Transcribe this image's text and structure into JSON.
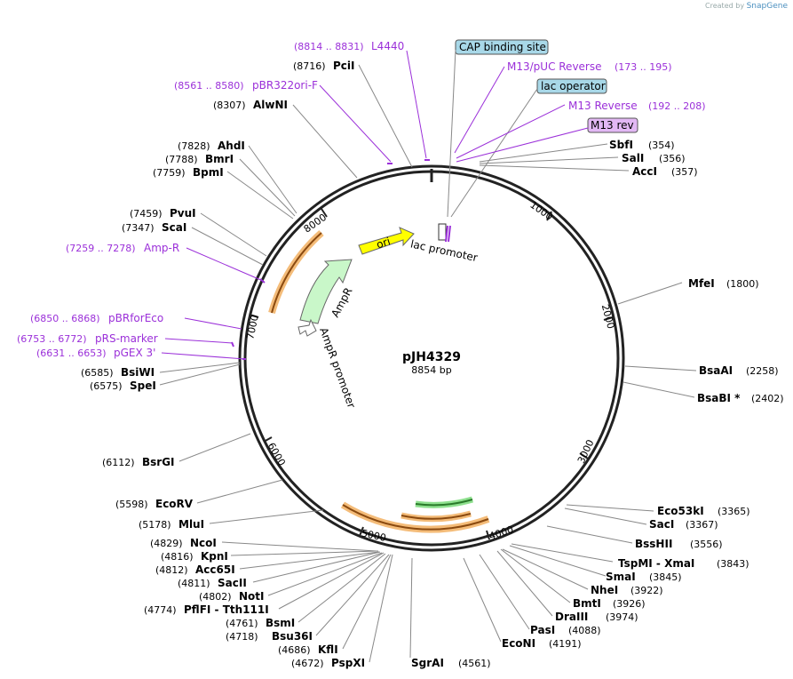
{
  "credit": {
    "prefix": "Created by",
    "brand": "SnapGene"
  },
  "plasmid": {
    "name": "pJH4329",
    "size_label": "8854 bp"
  },
  "ticks": [
    "1000",
    "2000",
    "3000",
    "4000",
    "5000",
    "6000",
    "7000",
    "8000"
  ],
  "features": {
    "ori": "ori",
    "ampr": "AmpR",
    "ampr_promoter": "AmpR promoter",
    "lac_promoter": "lac promoter"
  },
  "boxed_labels": {
    "cap": "CAP binding site",
    "lacop": "lac operator",
    "m13rev": "M13 rev"
  },
  "primers": [
    {
      "pos": "(8814 .. 8831)",
      "name": "L4440"
    },
    {
      "pos": "(8561 .. 8580)",
      "name": "pBR322ori-F"
    },
    {
      "pos": "(7259 .. 7278)",
      "name": "Amp-R"
    },
    {
      "pos": "(6850 .. 6868)",
      "name": "pBRforEco"
    },
    {
      "pos": "(6753 .. 6772)",
      "name": "pRS-marker"
    },
    {
      "pos": "(6631 .. 6653)",
      "name": "pGEX 3'"
    },
    {
      "name": "M13/pUC Reverse",
      "pos": "(173 .. 195)"
    },
    {
      "name": "M13 Reverse",
      "pos": "(192 .. 208)"
    }
  ],
  "enzymes_left": [
    {
      "pos": "(8716)",
      "name": "PciI"
    },
    {
      "pos": "(8307)",
      "name": "AlwNI"
    },
    {
      "pos": "(7828)",
      "name": "AhdI"
    },
    {
      "pos": "(7788)",
      "name": "BmrI"
    },
    {
      "pos": "(7759)",
      "name": "BpmI"
    },
    {
      "pos": "(7459)",
      "name": "PvuI"
    },
    {
      "pos": "(7347)",
      "name": "ScaI"
    },
    {
      "pos": "(6585)",
      "name": "BsiWI"
    },
    {
      "pos": "(6575)",
      "name": "SpeI"
    },
    {
      "pos": "(6112)",
      "name": "BsrGI"
    },
    {
      "pos": "(5598)",
      "name": "EcoRV"
    },
    {
      "pos": "(5178)",
      "name": "MluI"
    },
    {
      "pos": "(4829)",
      "name": "NcoI"
    },
    {
      "pos": "(4816)",
      "name": "KpnI"
    },
    {
      "pos": "(4812)",
      "name": "Acc65I"
    },
    {
      "pos": "(4811)",
      "name": "SacII"
    },
    {
      "pos": "(4802)",
      "name": "NotI"
    },
    {
      "pos": "(4774)",
      "name": "PflFI - Tth111I"
    },
    {
      "pos": "(4761)",
      "name": "BsmI"
    },
    {
      "pos": "(4718)",
      "name": "Bsu36I"
    },
    {
      "pos": "(4686)",
      "name": "KflI"
    },
    {
      "pos": "(4672)",
      "name": "PspXI"
    }
  ],
  "enzymes_right": [
    {
      "name": "SbfI",
      "pos": "(354)"
    },
    {
      "name": "SalI",
      "pos": "(356)"
    },
    {
      "name": "AccI",
      "pos": "(357)"
    },
    {
      "name": "MfeI",
      "pos": "(1800)"
    },
    {
      "name": "BsaAI",
      "pos": "(2258)"
    },
    {
      "name": "BsaBI *",
      "pos": "(2402)"
    },
    {
      "name": "Eco53kI",
      "pos": "(3365)"
    },
    {
      "name": "SacI",
      "pos": "(3367)"
    },
    {
      "name": "BssHII",
      "pos": "(3556)"
    },
    {
      "name": "TspMI - XmaI",
      "pos": "(3843)"
    },
    {
      "name": "SmaI",
      "pos": "(3845)"
    },
    {
      "name": "NheI",
      "pos": "(3922)"
    },
    {
      "name": "BmtI",
      "pos": "(3926)"
    },
    {
      "name": "DraIII",
      "pos": "(3974)"
    },
    {
      "name": "PasI",
      "pos": "(4088)"
    },
    {
      "name": "EcoNI",
      "pos": "(4191)"
    },
    {
      "name": "SgrAI",
      "pos": "(4561)"
    }
  ],
  "colors": {
    "primer": "#9b30d9",
    "ori": "#ffff00",
    "ampr": "#c9f7c9",
    "orange": "#f0a040",
    "green": "#3ca83c",
    "box": "#a8d8e8",
    "m13box": "#e2b8f4"
  }
}
